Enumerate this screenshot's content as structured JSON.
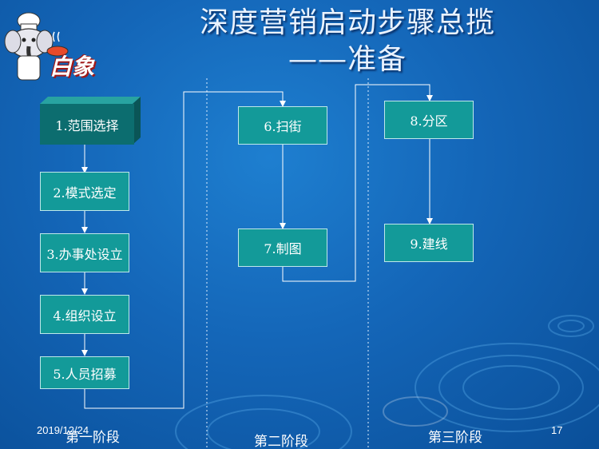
{
  "title": {
    "line1": "深度营销启动步骤总揽",
    "line2": "——准备"
  },
  "logo": {
    "text": "白象"
  },
  "steps": {
    "s1": "1.范围选择",
    "s2": "2.模式选定",
    "s3": "3.办事处设立",
    "s4": "4.组织设立",
    "s5": "5.人员招募",
    "s6": "6.扫街",
    "s7": "7.制图",
    "s8": "8.分区",
    "s9": "9.建线"
  },
  "stages": {
    "stage1": "第一阶段",
    "stage2": "第二阶段",
    "stage3": "第三阶段"
  },
  "footer": {
    "date": "2019/12/24",
    "page": "17"
  },
  "colors": {
    "box": "#139a99",
    "box_first": "#0c6d6f",
    "background": "#1466b8"
  }
}
